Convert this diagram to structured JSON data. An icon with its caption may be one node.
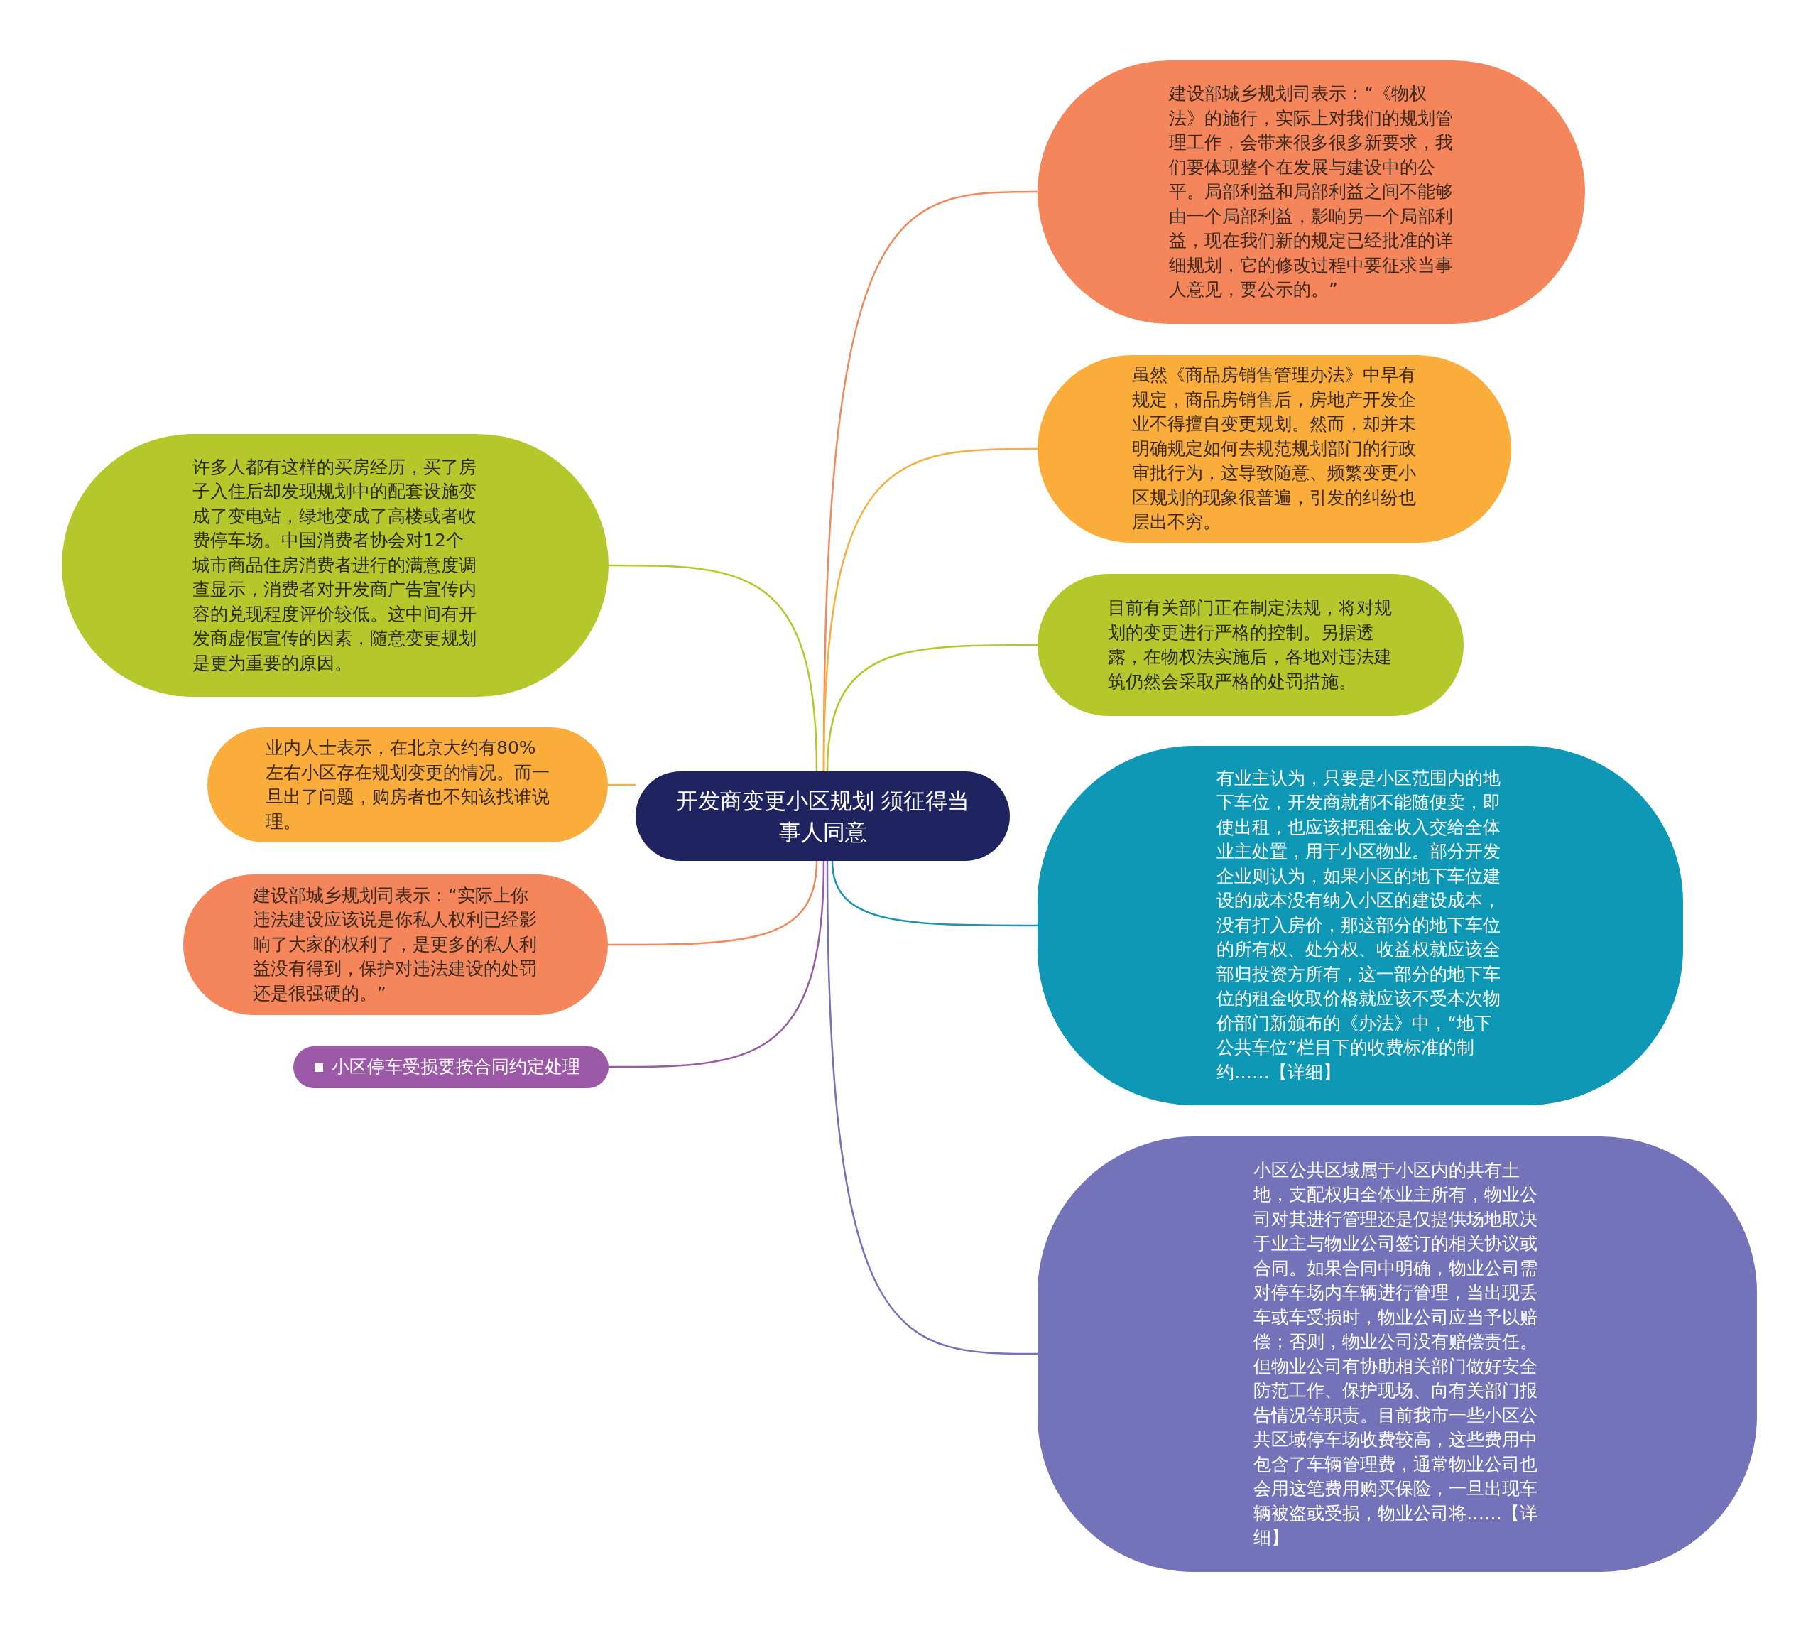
{
  "diagram": {
    "nodes": [
      {
        "text": [
          "开发商变更小区规划 须征得当事人同意"
        ]
      },
      {
        "text": [
          "建设部城乡规划司表示：“《物权法》的施行，实际上对我们的规划管理工作，会带来很多很多新要求，我们要体现整个在发展与建设中的公平。局部利益和局部利益之间不能够由一个局部利益，影响另一个局部利益，现在我们新的规定已经批准的详细规划，它的修改过程中要征求当事人意见，要公示的。”"
        ]
      },
      {
        "text": [
          "虽然《商品房销售管理办法》中早有规定，商品房销售后，房地产开发企业不得擅自变更规划。然而，却并未明确规定如何去规范规划部门的行政审批行为，这导致随意、频繁变更小区规划的现象很普遍，引发的纠纷也层出不穷。"
        ]
      },
      {
        "text": [
          "目前有关部门正在制定法规，将对规划的变更进行严格的控制。另据透露，在物权法实施后，各地对违法建筑仍然会采取严格的处罚措施。"
        ]
      },
      {
        "text": [
          "有业主认为，只要是小区范围内的地下车位，开发商就都不能随便卖，即使出租，也应该把租金收入交给全体业主处置，用于小区物业。部分开发企业则认为，如果小区的地下车位建设的成本没有纳入小区的建设成本，没有打入房价，那这部分的地下车位的所有权、处分权、收益权就应该全部归投资方所有，这一部分的地下车位的租金收取价格就应该不受本次物价部门新颁布的《办法》中，“地下公共车位”栏目下的收费标准的制约……【详细】"
        ]
      },
      {
        "text": [
          "小区公共区域属于小区内的共有土地，支配权归全体业主所有，物业公司对其进行管理还是仅提供场地取决于业主与物业公司签订的相关协议或合同。如果合同中明确，物业公司需对停车场内车辆进行管理，当出现丢车或车受损时，物业公司应当予以赔偿；否则，物业公司没有赔偿责任。但物业公司有协助相关部门做好安全防范工作、保护现场、向有关部门报告情况等职责。目前我市一些小区公共区域停车场收费较高，这些费用中包含了车辆管理费，通常物业公司也会用这笔费用购买保险，一旦出现车辆被盗或受损，物业公司将……【详细】"
        ]
      },
      {
        "text": [
          "许多人都有这样的买房经历，买了房子入住后却发现规划中的配套设施变成了变电站，绿地变成了高楼或者收费停车场。中国消费者协会对12个城市商品住房消费者进行的满意度调查显示，消费者对开发商广告宣传内容的兑现程度评价较低。这中间有开发商虚假宣传的因素，随意变更规划是更为重要的原因。"
        ]
      },
      {
        "text": [
          "业内人士表示，在北京大约有80%左右小区存在规划变更的情况。而一旦出了问题，购房者也不知该找谁说理。"
        ]
      },
      {
        "text": [
          "建设部城乡规划司表示：“实际上你违法建设应该说是你私人权利已经影响了大家的权利了，是更多的私人利益没有得到，保护对违法建设的处罚还是很强硬的。”"
        ]
      },
      {
        "text": [
          "小区停车受损要按合同约定处理"
        ]
      }
    ],
    "edges": [
      {
        "from": 0,
        "to": 1,
        "arrow": "none",
        "color": "#f08a5d"
      },
      {
        "from": 0,
        "to": 2,
        "arrow": "none",
        "color": "#f5b041"
      },
      {
        "from": 0,
        "to": 3,
        "arrow": "none",
        "color": "#b5c82b"
      },
      {
        "from": 0,
        "to": 4,
        "arrow": "none",
        "color": "#1596b0"
      },
      {
        "from": 0,
        "to": 5,
        "arrow": "none",
        "color": "#7472b9"
      },
      {
        "from": 0,
        "to": 6,
        "arrow": "none",
        "color": "#b5c82b"
      },
      {
        "from": 0,
        "to": 7,
        "arrow": "none",
        "color": "#f5b041"
      },
      {
        "from": 0,
        "to": 8,
        "arrow": "none",
        "color": "#f08a5d"
      },
      {
        "from": 0,
        "to": 9,
        "arrow": "none",
        "color": "#9b59a8"
      }
    ]
  }
}
